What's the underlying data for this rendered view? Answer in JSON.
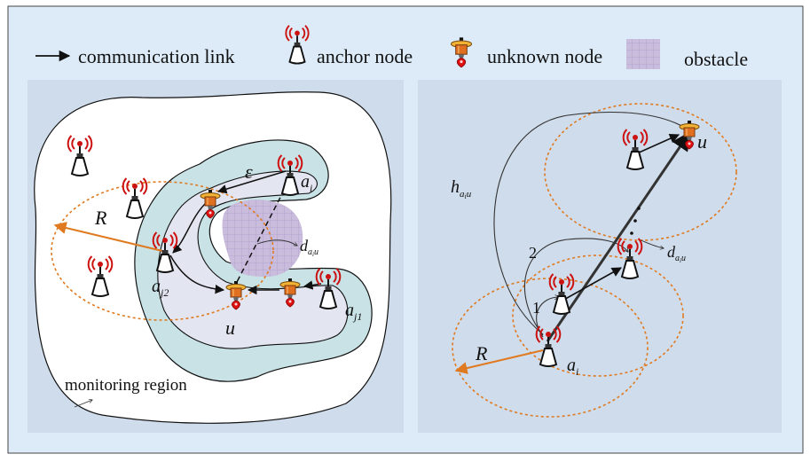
{
  "legend": {
    "link": "communication link",
    "anchor": "anchor node",
    "unknown": "unknown node",
    "obstacle": "obstacle"
  },
  "left": {
    "epsilon": "ε",
    "R": "R",
    "ai_base": "a",
    "ai_sub": "i",
    "aj2_base": "a",
    "aj2_sub": "j2",
    "aj1_base": "a",
    "aj1_sub": "j1",
    "u": "u",
    "d_base": "d",
    "d_sub": "a",
    "d_subsub": "i",
    "d_subu": "u",
    "region": "monitoring region"
  },
  "right": {
    "h_base": "h",
    "h_sub": "a",
    "h_subsub": "i",
    "h_subu": "u",
    "label2": "2",
    "label1": "1",
    "R": "R",
    "ai_base": "a",
    "ai_sub": "i",
    "u": "u",
    "d_base": "d",
    "d_sub": "a",
    "d_subsub": "i",
    "d_subu": "u"
  },
  "colors": {
    "frame_bg": "#dcebf7",
    "panel_bg": "#cfdceb",
    "region_fill": "#ffffff",
    "comm_fill": "#c8e2e6",
    "obstacle_fill": "#c8b9dc",
    "range": "#e07a20",
    "antenna": "#cc1111"
  }
}
